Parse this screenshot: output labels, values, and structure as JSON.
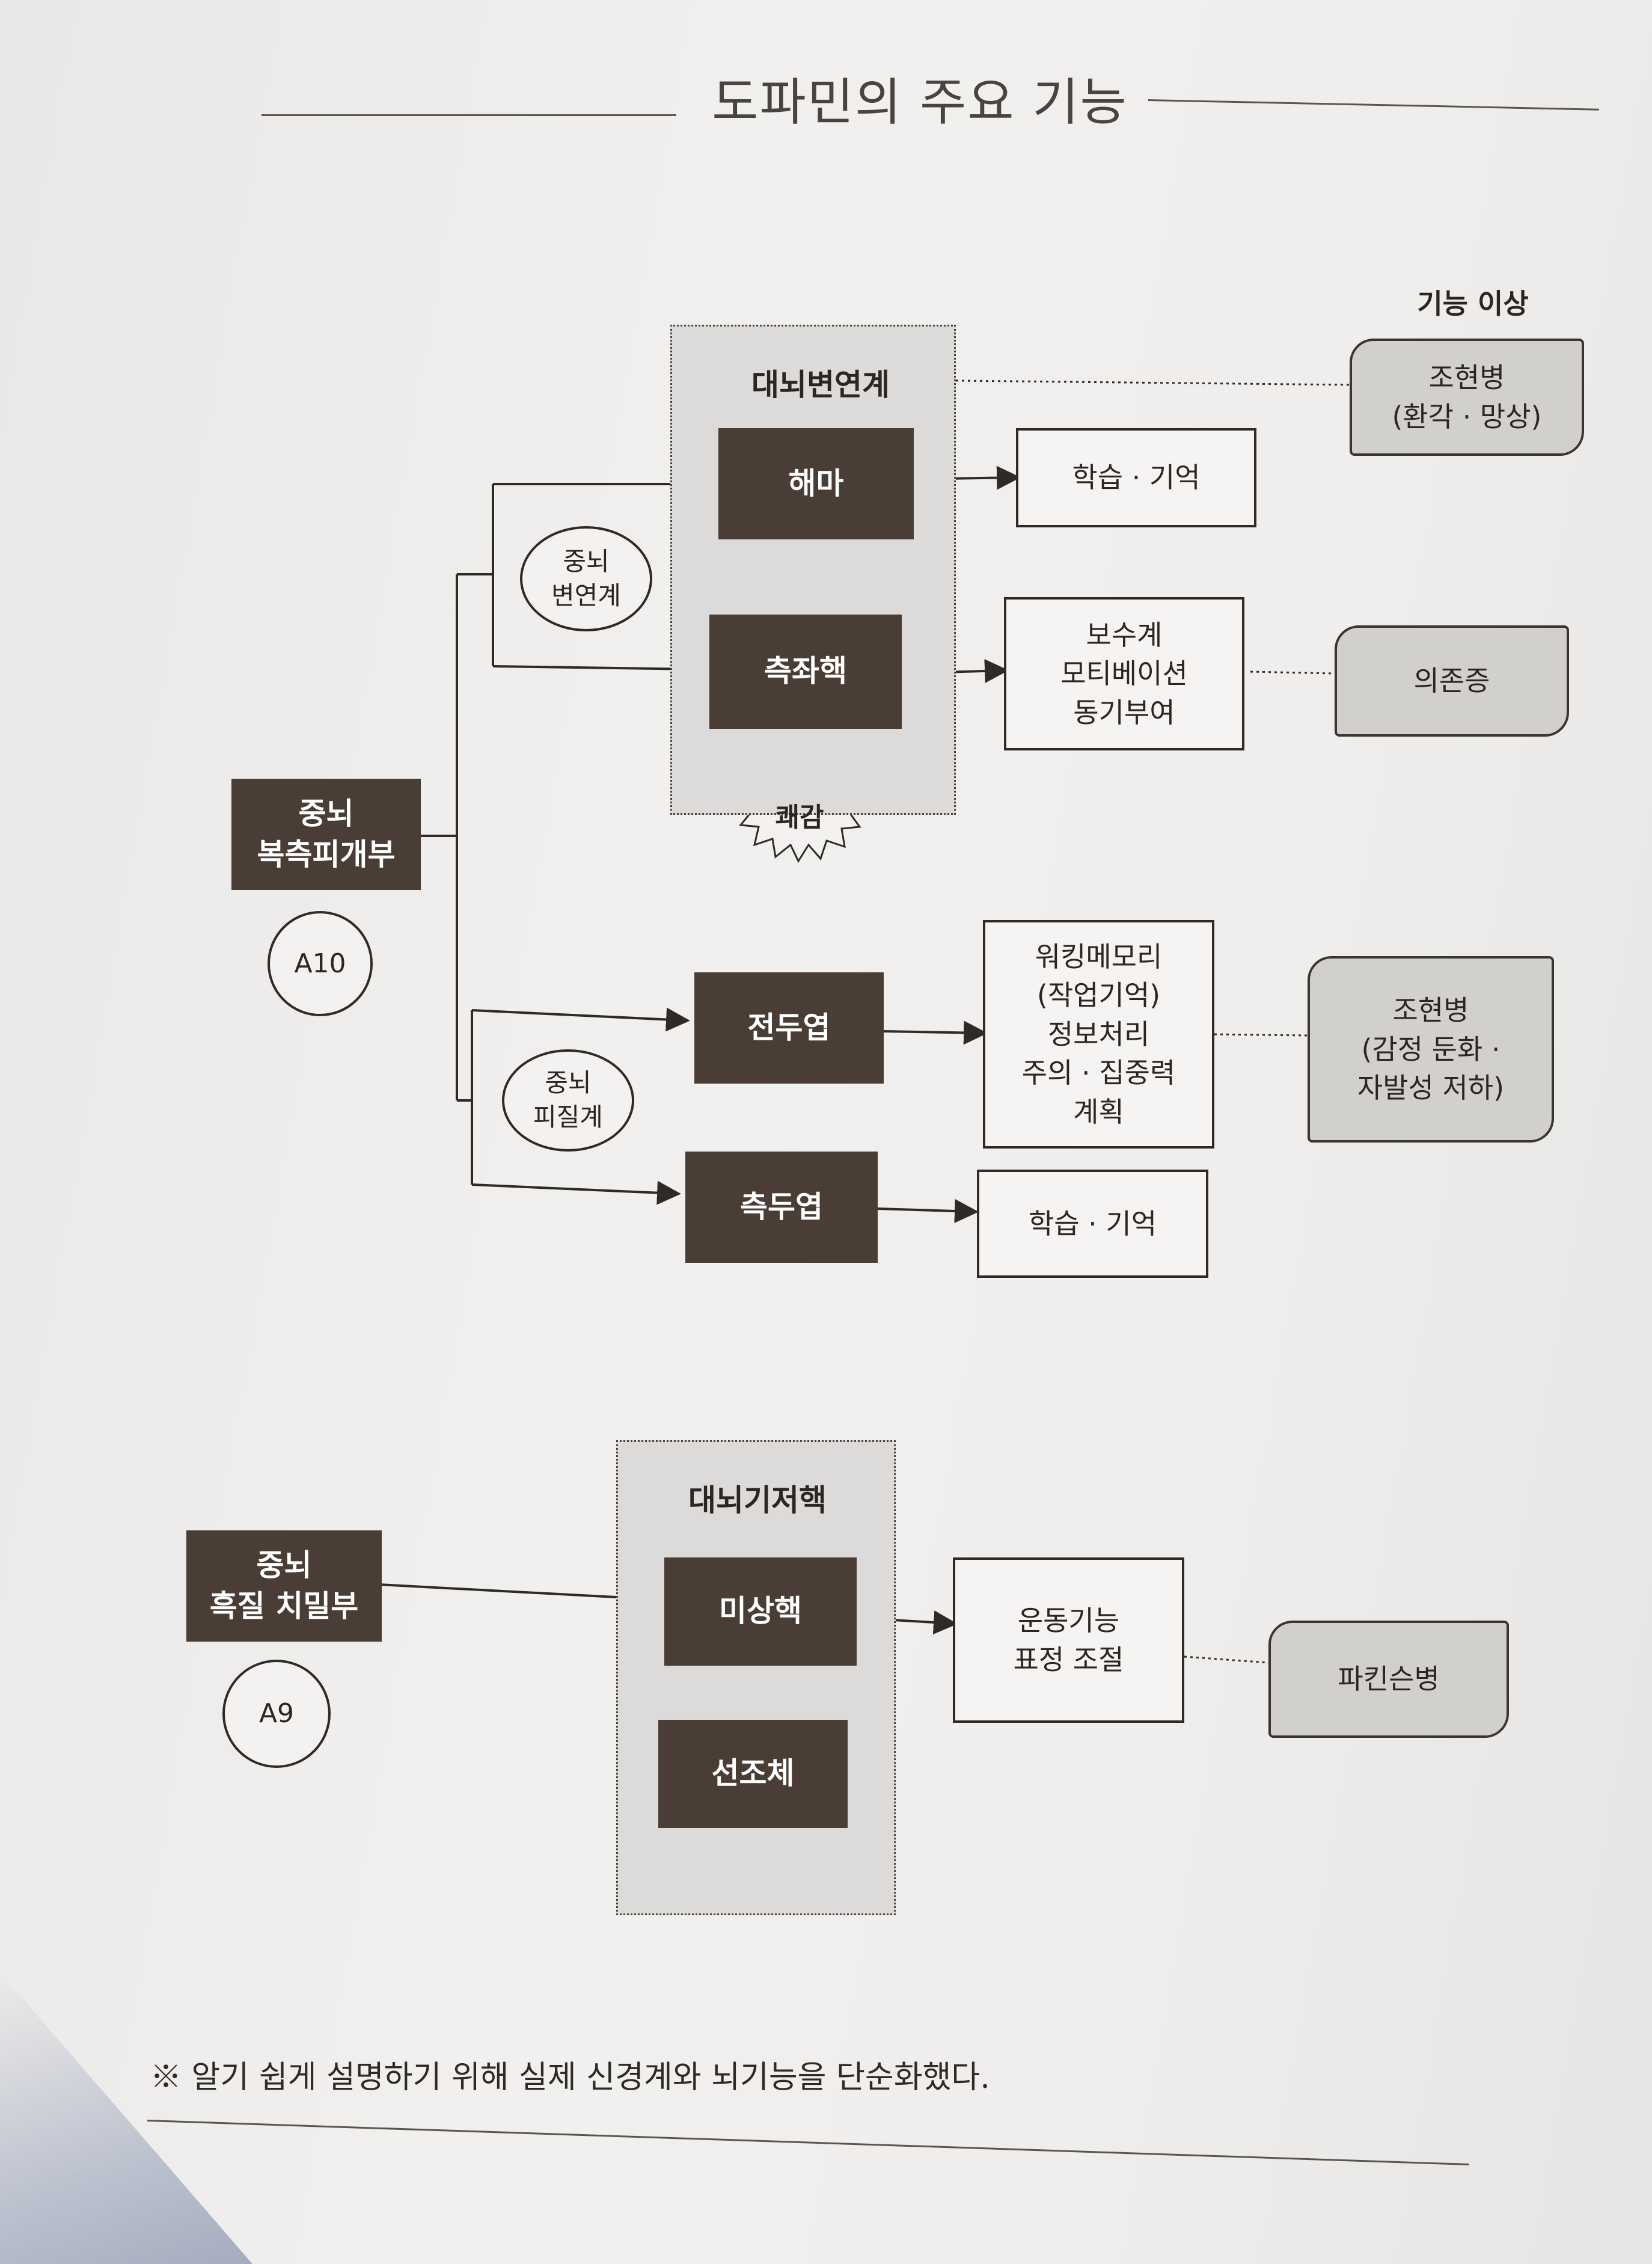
{
  "title": "도파민의 주요 기능",
  "header_dysfunction": "기능 이상",
  "zones": {
    "limbic": "대뇌변연계",
    "basal": "대뇌기저핵"
  },
  "origins": {
    "vta": "중뇌\n복측피개부",
    "vta_code": "A10",
    "snc": "중뇌\n흑질 치밀부",
    "snc_code": "A9"
  },
  "pathways": {
    "mesolimbic": "중뇌\n변연계",
    "mesocortical": "중뇌\n피질계"
  },
  "regions": {
    "hippocampus": "해마",
    "accumbens": "측좌핵",
    "frontal": "전두엽",
    "temporal": "측두엽",
    "striatum": "미상핵",
    "pallidus": "선조체"
  },
  "pleasure": "쾌감",
  "functions": {
    "hippo_fn": "학습 · 기억",
    "reward_fn": "보수계\n모티베이션\n동기부여",
    "frontal_fn": "워킹메모리\n(작업기억)\n정보처리\n주의 · 집중력\n계획",
    "temporal_fn": "학습 · 기억",
    "motor_fn": "운동기능\n표정 조절"
  },
  "disorders": {
    "schizo_positive": "조현병\n(환각 · 망상)",
    "addiction": "의존증",
    "schizo_negative": "조현병\n(감정 둔화 ·\n자발성 저하)",
    "parkinson": "파킨슨병"
  },
  "footnote": "※ 알기 쉽게 설명하기 위해 실제 신경계와 뇌기능을 단순화했다.",
  "colors": {
    "dark_box": "#4a3d35",
    "grey_box": "#d2d0cd",
    "zone_fill": "#dcdbd9",
    "line": "#2f2a28"
  }
}
